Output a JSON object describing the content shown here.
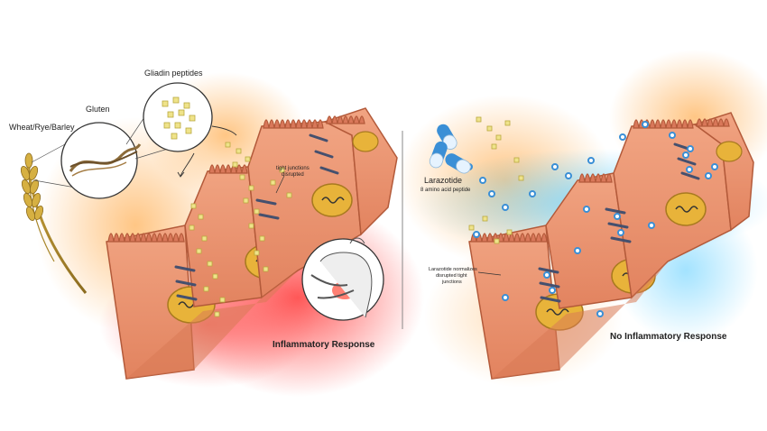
{
  "labels": {
    "wheat": "Wheat/Rye/Barley",
    "gluten": "Gluten",
    "gliadin": "Gliadin peptides",
    "tight_line1": "tight junctions",
    "tight_line2": "disrupted",
    "inflammatory": "Inflammatory Response",
    "larazotide": "Larazotide",
    "larazotide_sub": "8 amino acid peptide",
    "normalize_line1": "Larazotide normalizes",
    "normalize_line2": "disrupted tight",
    "normalize_line3": "junctions",
    "no_inflammatory": "No Inflammatory Response"
  },
  "colors": {
    "cell": "#e8906d",
    "cell_dark": "#b35a3a",
    "villi": "#d9785a",
    "nucleus": "#e8b33a",
    "junction": "#45506e",
    "gliadin": "#efe38a",
    "larazotide": "#3a8fd6",
    "inflammation_glow": "#ff4d4d",
    "calm_glow": "#7fd8ff",
    "orange_glow": "#ffc27a"
  }
}
